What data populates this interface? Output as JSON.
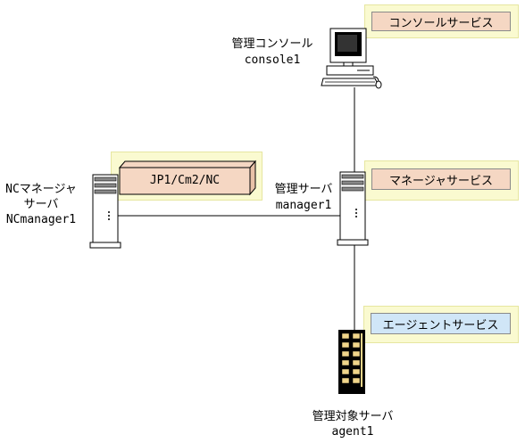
{
  "colors": {
    "service_outer": "#fafad0",
    "console_service": "#f5d7c3",
    "manager_service": "#f5d7c3",
    "agent_service": "#d0e6f7",
    "nc_box": "#f5d7c3"
  },
  "nodes": {
    "console": {
      "name": "管理コンソール",
      "host": "console1",
      "service": "コンソールサービス"
    },
    "manager": {
      "name": "管理サーバ",
      "host": "manager1",
      "service": "マネージャサービス"
    },
    "nc_manager": {
      "name_line1": "NCマネージャ",
      "name_line2": "サーバ",
      "host": "NCmanager1",
      "component": "JP1/Cm2/NC"
    },
    "agent": {
      "name": "管理対象サーバ",
      "host": "agent1",
      "service": "エージェントサービス"
    }
  },
  "icons": [
    "desktop-computer-icon",
    "tower-server-icon",
    "tower-server-icon",
    "rack-server-icon"
  ]
}
